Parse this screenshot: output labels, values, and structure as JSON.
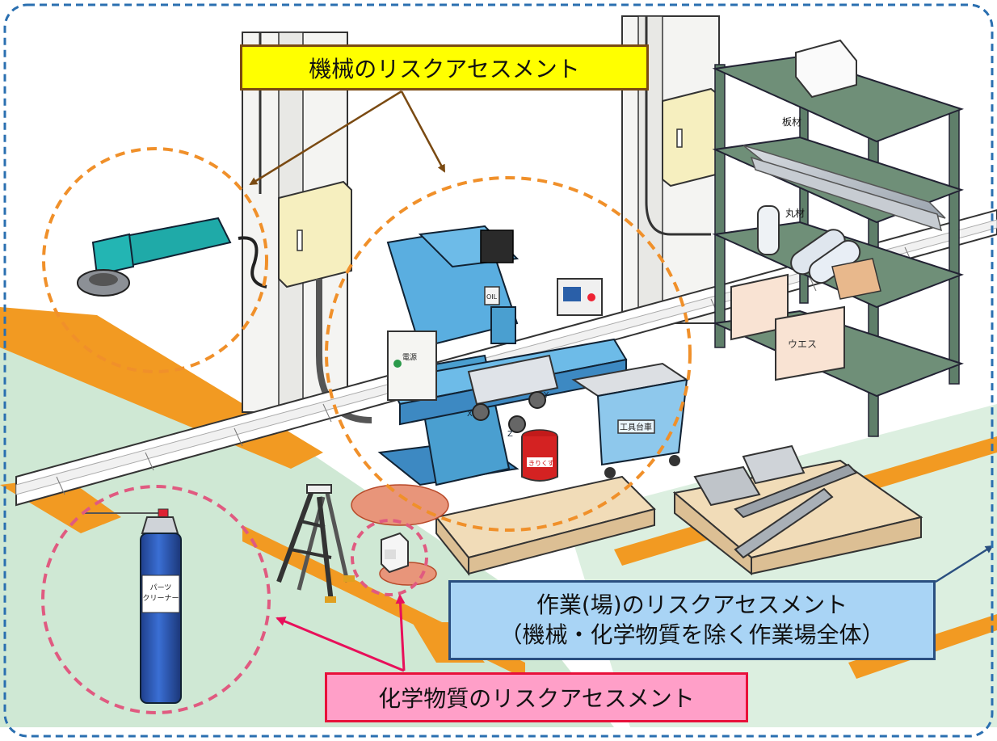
{
  "callouts": {
    "machine": "機械のリスクアセスメント",
    "work_line1": "作業(場)のリスクアセスメント",
    "work_line2": "（機械・化学物質を除く作業場全体）",
    "chemical": "化学物質のリスクアセスメント"
  },
  "scene_labels": {
    "panel": "電源",
    "oil": "OIL",
    "axis_x": "X",
    "axis_y": "Y",
    "axis_z": "Z",
    "can": "きりくず",
    "tool_cart": "工具台車",
    "shelf_plates": "板材",
    "shelf_rods": "丸材",
    "box_waste": "ウエス",
    "spray_line1": "パーツ",
    "spray_line2": "クリーナー"
  },
  "colors": {
    "frame": "#2a6fb0",
    "machine_box_fill": "#ffff00",
    "machine_box_border": "#7a4a12",
    "machine_arrow": "#7a4a12",
    "machine_circle": "#f0902a",
    "work_box_fill": "#a9d4f5",
    "work_box_border": "#2a4f80",
    "chemical_box_fill": "#ff9fc8",
    "chemical_box_border": "#e8103a",
    "chemical_arrow": "#e8105a",
    "chemical_circle": "#e05a80",
    "machine_body": "#4a9fd0",
    "shelf": "#5f7f6a"
  },
  "icons": [
    "angle-grinder-icon",
    "milling-machine-icon",
    "spray-can-icon",
    "ladder-icon",
    "shelf-icon",
    "pallet-icon",
    "tool-cart-icon",
    "oil-can-icon",
    "electrical-box-icon",
    "cable-tray-icon"
  ]
}
